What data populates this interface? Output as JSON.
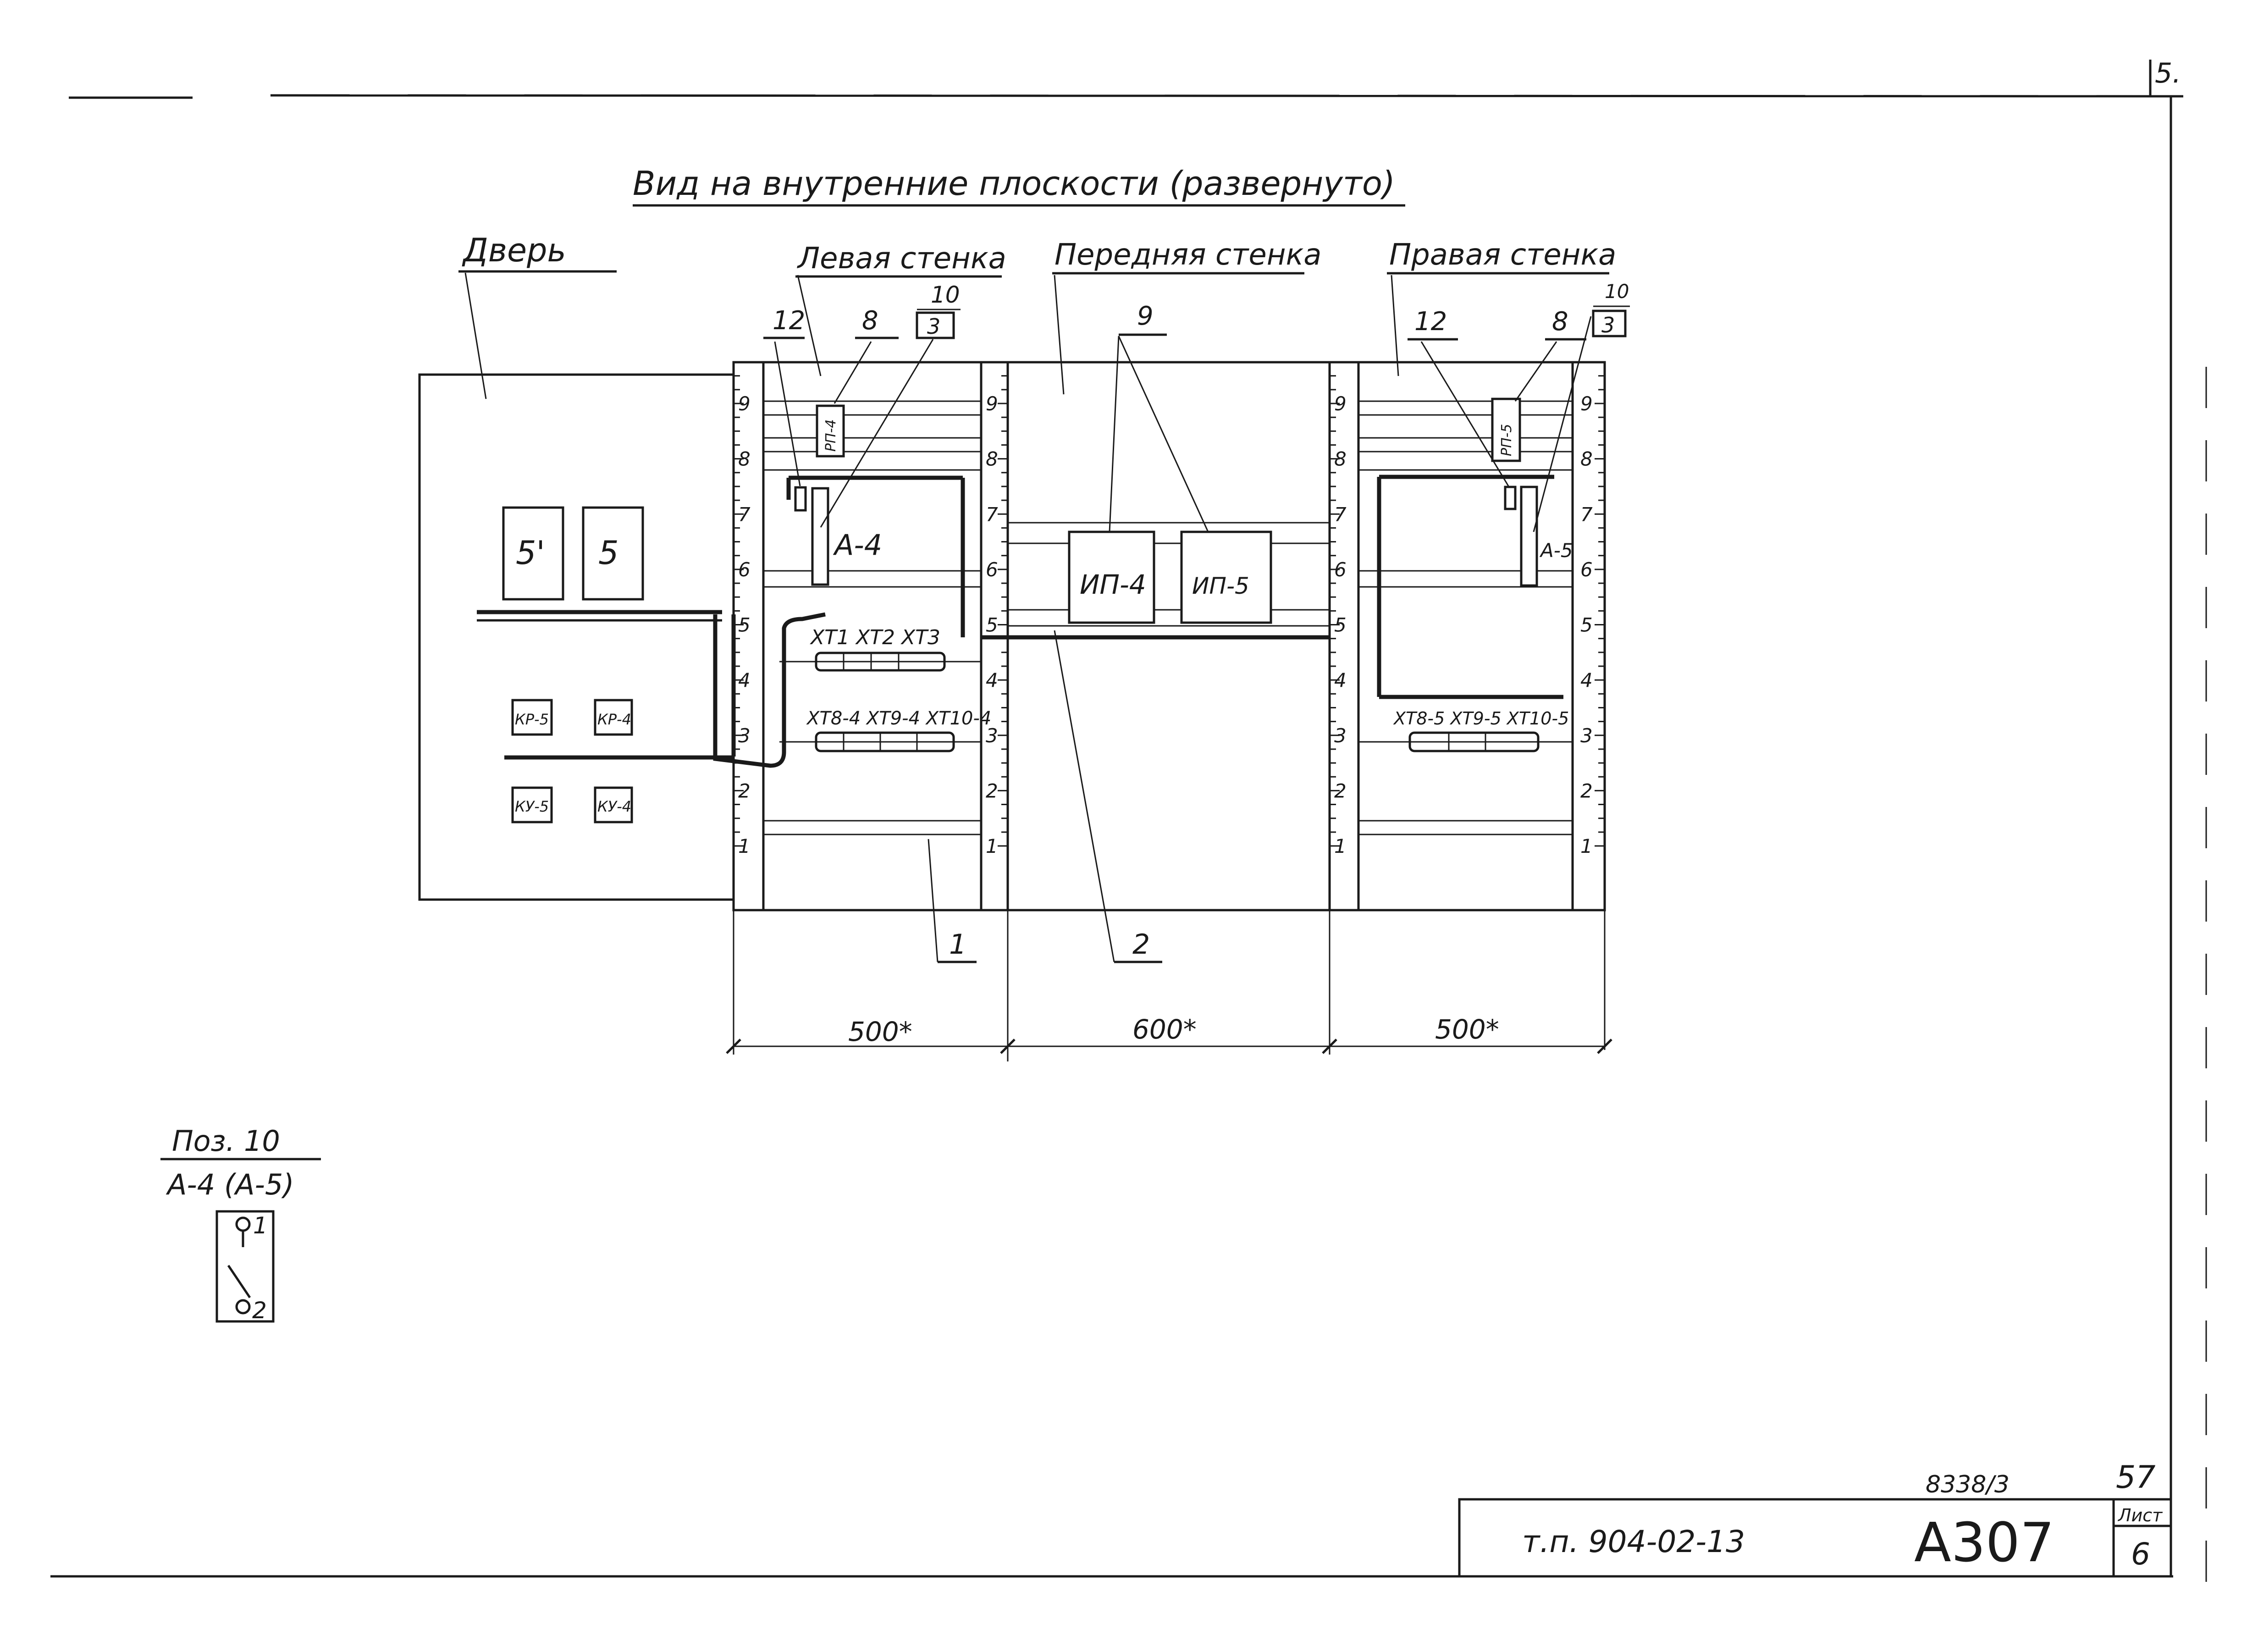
{
  "title": "Вид на внутренние плоскости (развернуто)",
  "sections": {
    "door": "Дверь",
    "left_wall": "Левая стенка",
    "front_wall": "Передняя стенка",
    "right_wall": "Правая стенка"
  },
  "rail_numbers": [
    "1",
    "2",
    "3",
    "4",
    "5",
    "6",
    "7",
    "8",
    "9"
  ],
  "door_devices": {
    "lamp_51": "5'",
    "lamp_5": "5",
    "kr_5": "КР-5",
    "kr_4": "КР-4",
    "ky_5": "КУ-5",
    "ky_4": "КУ-4"
  },
  "left_wall": {
    "pos_12": "12",
    "pos_8": "8",
    "pos_10": "10",
    "pos_3": "3",
    "relay": "РП-4",
    "breaker": "А-4",
    "terminals_top": "ХТ1 ХТ2 ХТ3",
    "terminals_bottom": "ХТ8-4 ХТ9-4 ХТ10-4"
  },
  "front_wall": {
    "pos_9": "9",
    "device_1": "ИП-4",
    "device_2": "ИП-5"
  },
  "right_wall": {
    "pos_12": "12",
    "pos_8": "8",
    "pos_10": "10",
    "pos_3": "3",
    "relay": "РП-5",
    "breaker": "А-5",
    "terminals": "ХТ8-5 ХТ9-5 ХТ10-5"
  },
  "callouts": {
    "c1": "1",
    "c2": "2"
  },
  "dimensions": {
    "d1": "500*",
    "d2": "600*",
    "d3": "500*"
  },
  "detail": {
    "title": "Поз. 10",
    "subtitle": "А-4 (А-5)",
    "pin1": "1",
    "pin2": "2"
  },
  "title_block": {
    "project": "т.п. 904-02-13",
    "code": "А307",
    "inv": "8338/3",
    "number": "57",
    "sheet_label": "Лист",
    "sheet": "6"
  },
  "corner_mark": "5."
}
